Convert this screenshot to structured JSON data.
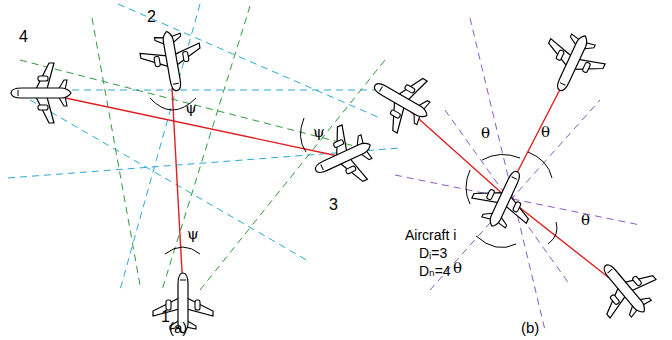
{
  "diagram": {
    "labels": [
      "4",
      "2",
      "3",
      "1",
      "ψ",
      "ψ",
      "ψ",
      "(a)",
      "θ",
      "θ",
      "θ",
      "θ",
      "Aircraft i",
      "Dᵢ=3",
      "Dₙ=4",
      "(b)"
    ]
  }
}
